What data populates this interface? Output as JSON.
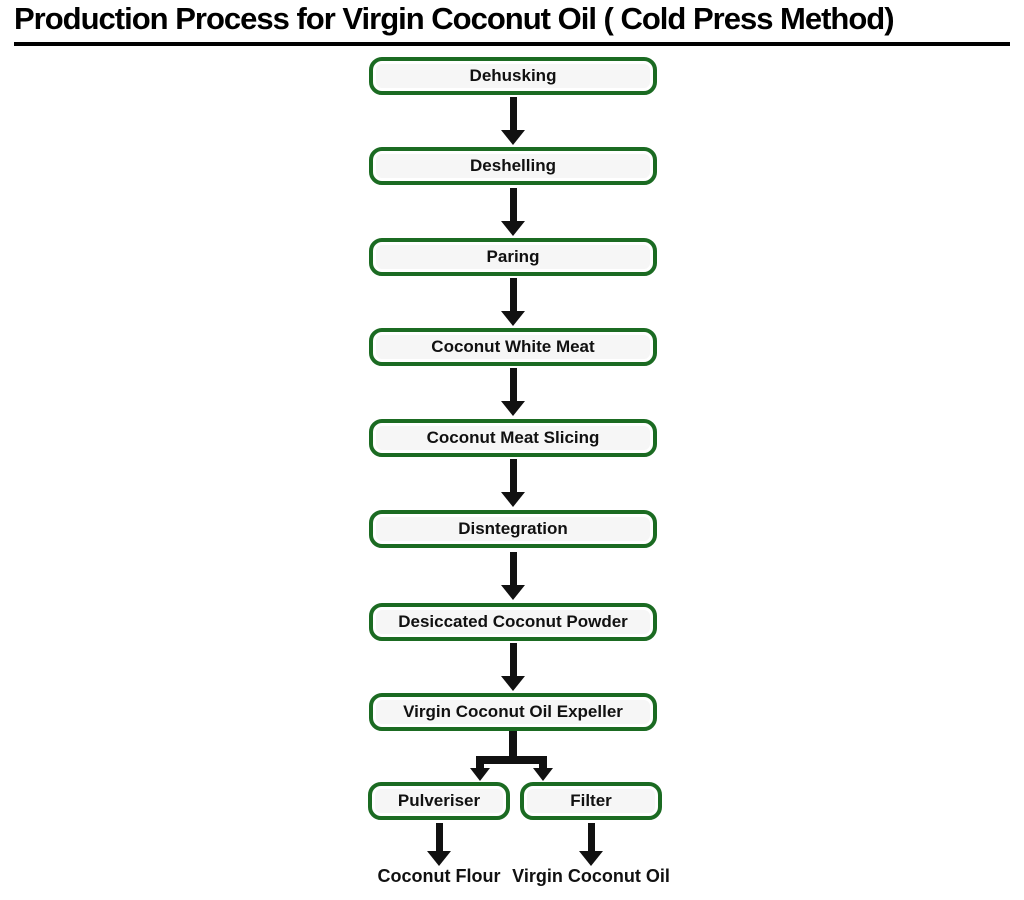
{
  "title": "Production Process for Virgin Coconut Oil ( Cold Press Method)",
  "steps": [
    {
      "label": "Dehusking"
    },
    {
      "label": "Deshelling"
    },
    {
      "label": "Paring"
    },
    {
      "label": "Coconut White Meat"
    },
    {
      "label": "Coconut Meat Slicing"
    },
    {
      "label": "Disntegration"
    },
    {
      "label": "Desiccated Coconut Powder"
    },
    {
      "label": "Virgin Coconut Oil Expeller"
    }
  ],
  "branches": [
    {
      "label": "Pulveriser",
      "output": "Coconut Flour"
    },
    {
      "label": "Filter",
      "output": "Virgin Coconut Oil"
    }
  ],
  "colors": {
    "box_border": "#1b6b22",
    "box_fill": "#f6f6f6",
    "arrow": "#111111",
    "title_text": "#000000",
    "background": "#ffffff"
  }
}
